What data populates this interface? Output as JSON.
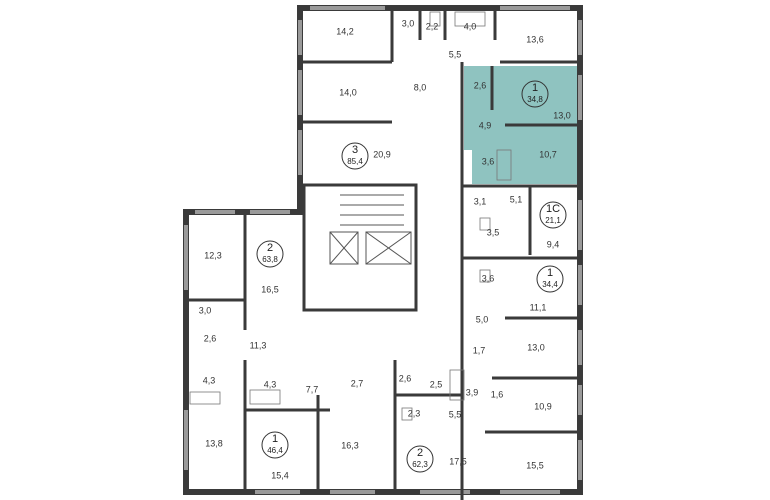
{
  "plan": {
    "highlight_color": "#8fc3c0",
    "apartments": [
      {
        "id": "apt-1-top",
        "number": "1",
        "area": "34,8",
        "highlighted": true
      },
      {
        "id": "apt-3",
        "number": "3",
        "area": "85,4",
        "highlighted": false
      },
      {
        "id": "apt-1c",
        "number": "1С",
        "area": "21,1",
        "highlighted": false
      },
      {
        "id": "apt-2-left",
        "number": "2",
        "area": "63,8",
        "highlighted": false
      },
      {
        "id": "apt-1-right",
        "number": "1",
        "area": "34,4",
        "highlighted": false
      },
      {
        "id": "apt-1-bottom",
        "number": "1",
        "area": "46,4",
        "highlighted": false
      },
      {
        "id": "apt-2-bottom",
        "number": "2",
        "area": "62,3",
        "highlighted": false
      }
    ],
    "rooms": [
      "14,2",
      "3,0",
      "2,2",
      "4,0",
      "5,5",
      "13,6",
      "14,0",
      "8,0",
      "2,6",
      "4,9",
      "13,0",
      "3,6",
      "10,7",
      "20,9",
      "3,1",
      "5,1",
      "9,4",
      "3,5",
      "12,3",
      "16,5",
      "3,6",
      "11,1",
      "3,0",
      "2,6",
      "11,3",
      "5,0",
      "1,7",
      "13,0",
      "4,3",
      "4,3",
      "7,7",
      "2,7",
      "2,6",
      "2,5",
      "3,9",
      "1,6",
      "10,9",
      "2,3",
      "5,5",
      "13,8",
      "16,3",
      "17,5",
      "15,4",
      "15,5"
    ]
  }
}
